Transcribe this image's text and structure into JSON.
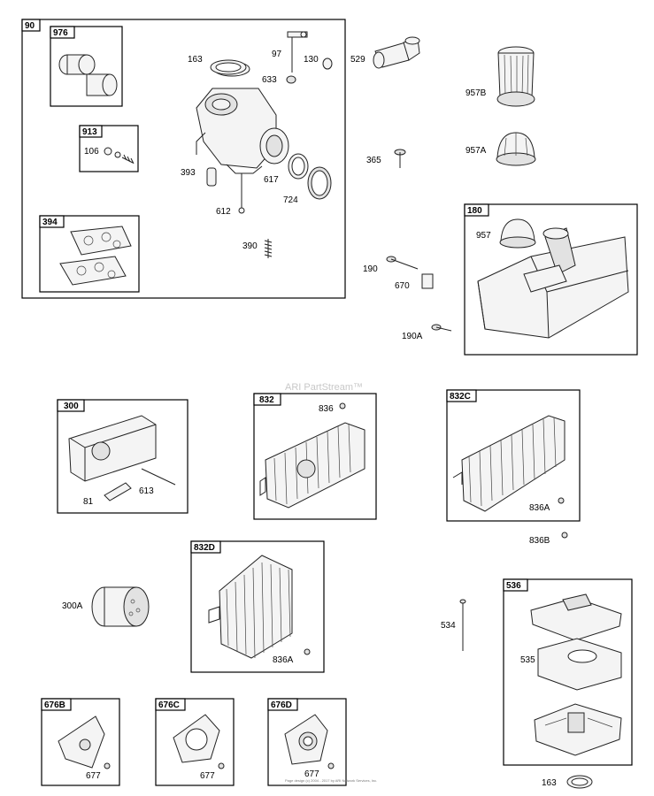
{
  "watermark": "ARI PartStream™",
  "copyright": "Page design (c) 2004 - 2017 by ARI Network Services, Inc.",
  "groups": {
    "g90": "90",
    "g976": "976",
    "g913": "913",
    "g394": "394",
    "g180": "180",
    "g300": "300",
    "g832": "832",
    "g832C": "832C",
    "g832D": "832D",
    "g536": "536",
    "g676B": "676B",
    "g676C": "676C",
    "g676D": "676D"
  },
  "parts": {
    "p163_top": "163",
    "p97": "97",
    "p130": "130",
    "p633": "633",
    "p529": "529",
    "p957B": "957B",
    "p957A": "957A",
    "p365": "365",
    "p106": "106",
    "p393": "393",
    "p617": "617",
    "p724": "724",
    "p612": "612",
    "p390": "390",
    "p957": "957",
    "p190": "190",
    "p670": "670",
    "p190A": "190A",
    "p81": "81",
    "p613": "613",
    "p836": "836",
    "p836A_c": "836A",
    "p836B": "836B",
    "p300A": "300A",
    "p836A_d": "836A",
    "p534": "534",
    "p535": "535",
    "p163_bottom": "163",
    "p677_b": "677",
    "p677_c": "677",
    "p677_d": "677"
  }
}
